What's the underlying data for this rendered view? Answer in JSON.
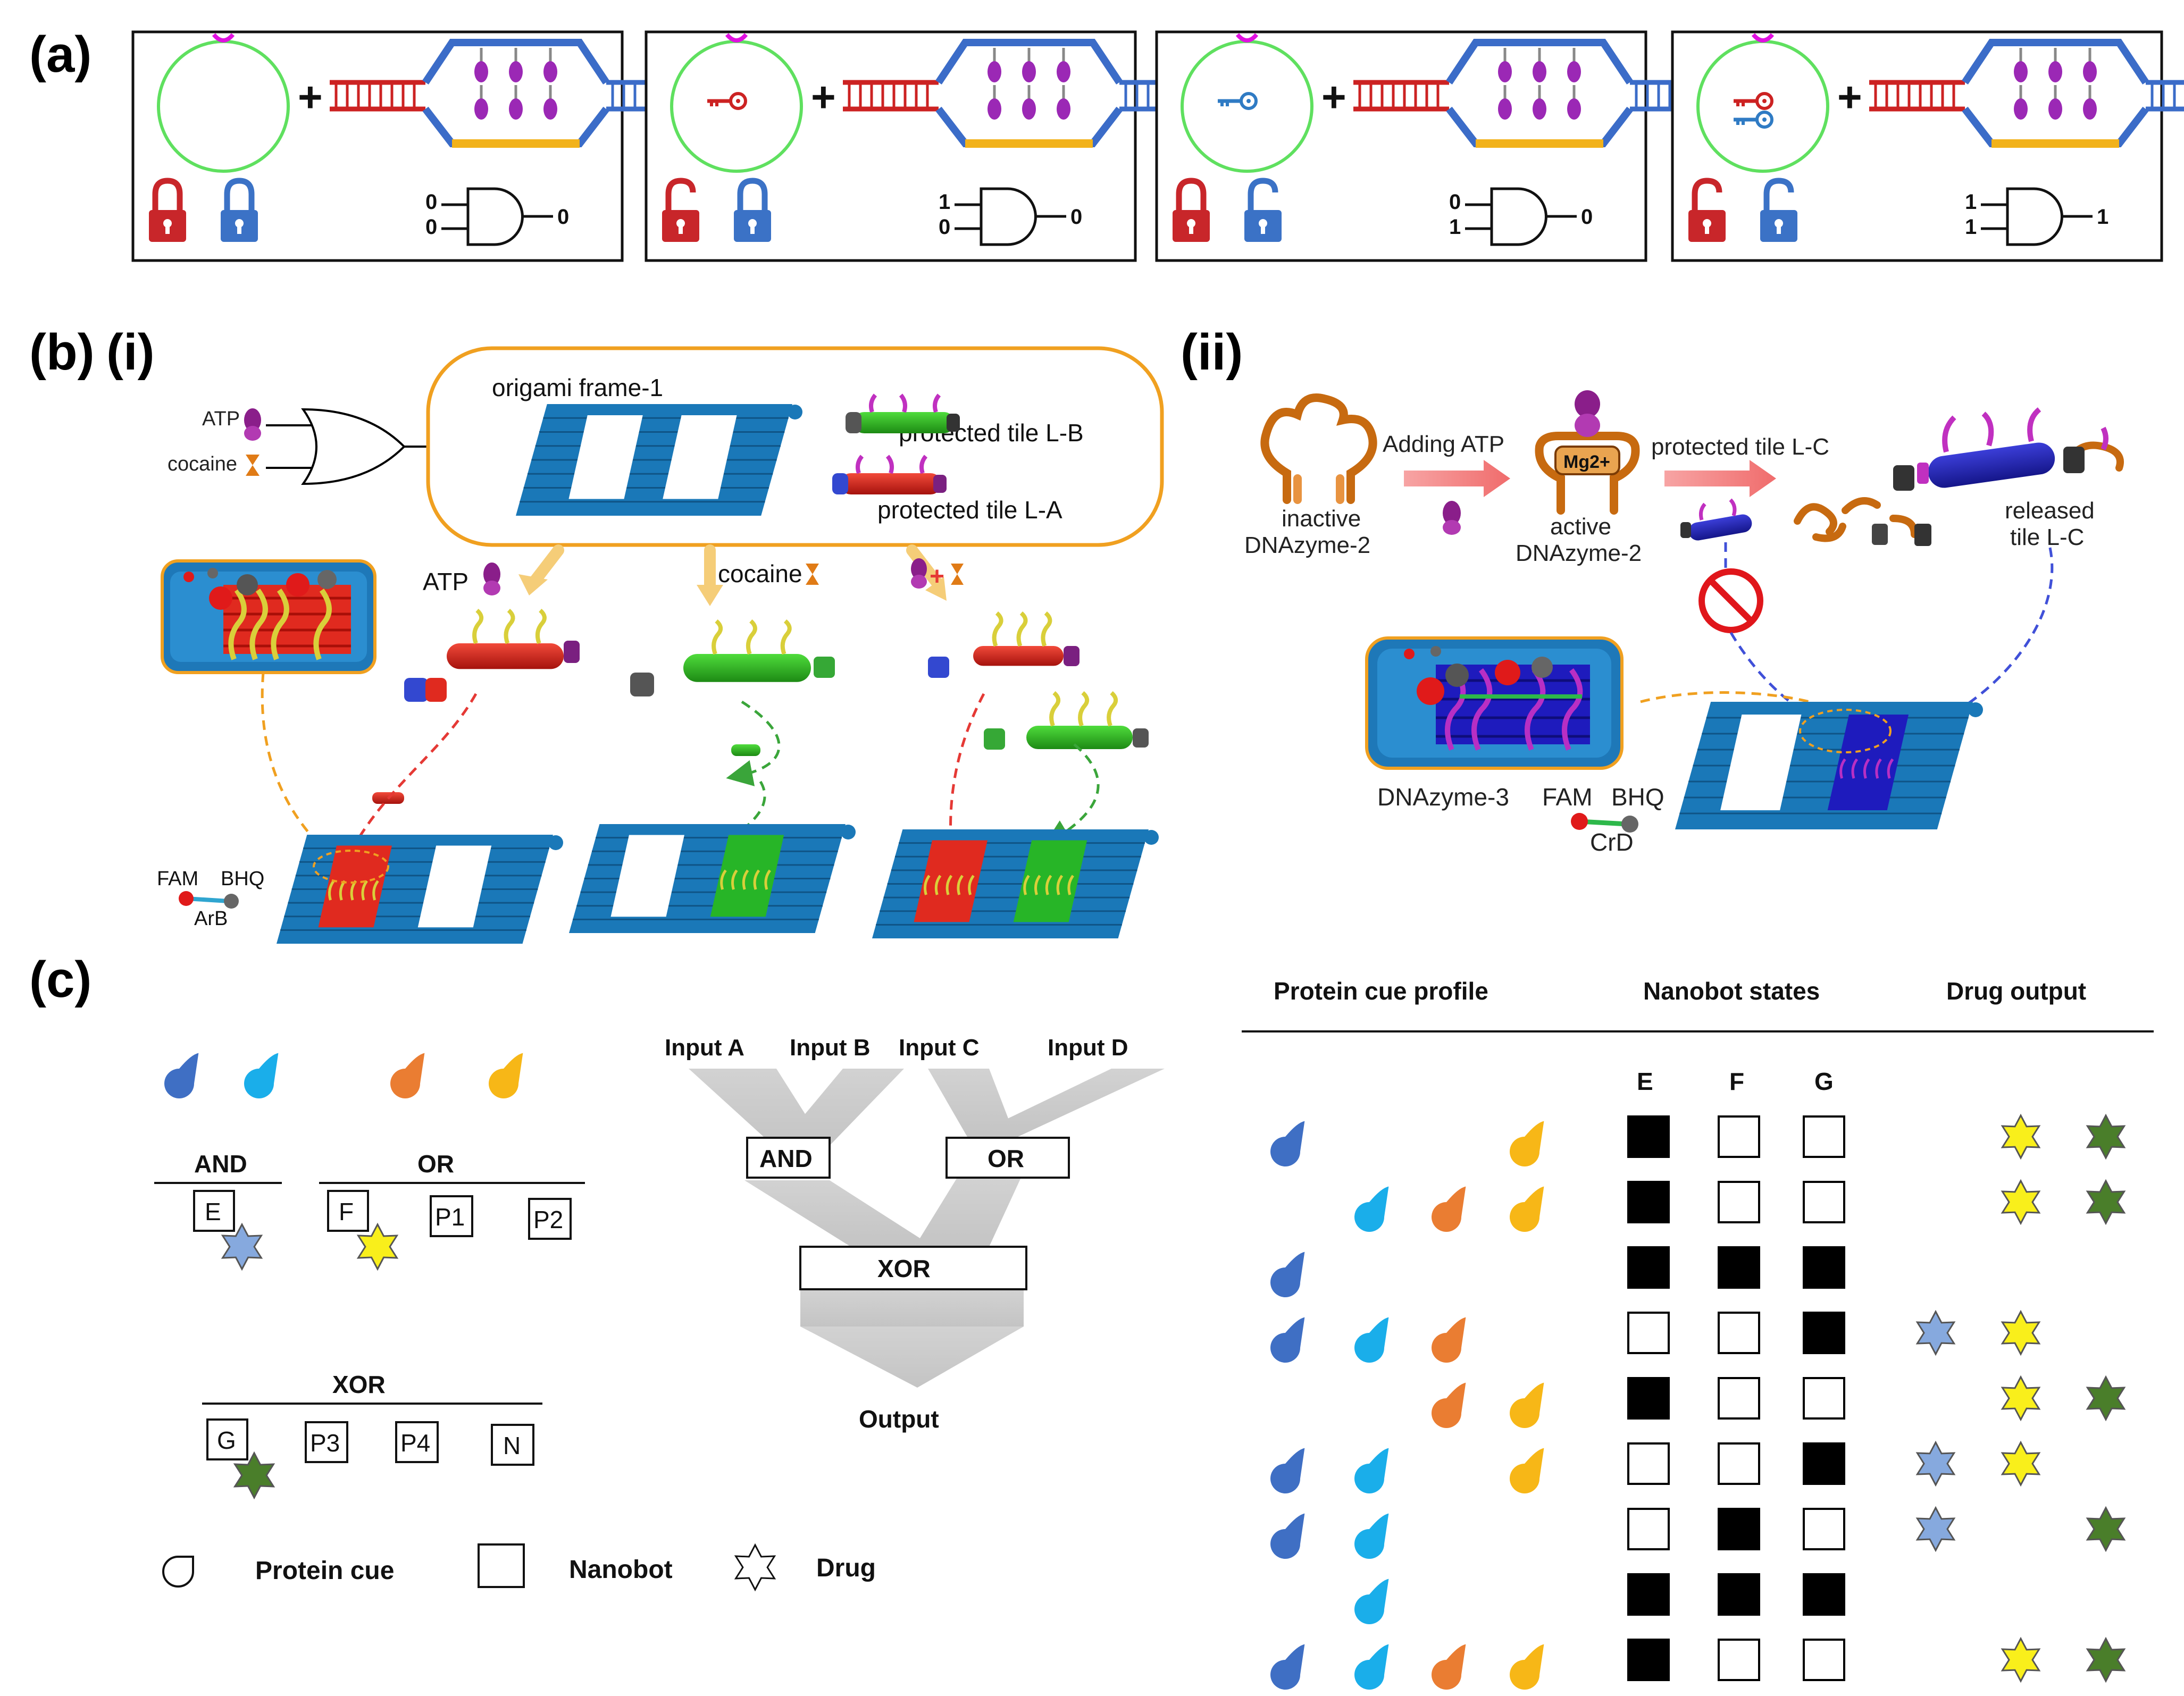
{
  "panel_a": {
    "label": "(a)",
    "gates": [
      {
        "in1": "0",
        "in2": "0",
        "out": "0"
      },
      {
        "in1": "1",
        "in2": "0",
        "out": "0"
      },
      {
        "in1": "0",
        "in2": "1",
        "out": "0"
      },
      {
        "in1": "1",
        "in2": "1",
        "out": "1"
      }
    ],
    "plus": "+"
  },
  "panel_b": {
    "label": "(b)",
    "sub_i": "(i)",
    "sub_ii": "(ii)",
    "atp": "ATP",
    "cocaine": "cocaine",
    "origami_frame": "origami frame-1",
    "protected_lb": "protected tile L-B",
    "protected_la": "protected tile L-A",
    "atp_arrow": "ATP",
    "cocaine_arrow": "cocaine",
    "fam": "FAM",
    "bhq": "BHQ",
    "arb": "ArB",
    "inactive1": "inactive",
    "inactive2": "DNAzyme-2",
    "adding_atp": "Adding ATP",
    "mg": "Mg2+",
    "active1": "active",
    "active2": "DNAzyme-2",
    "protected_lc": "protected tile L-C",
    "released1": "released",
    "released2": "tile L-C",
    "dnazyme3": "DNAzyme-3",
    "fam2": "FAM",
    "bhq2": "BHQ",
    "crd": "CrD"
  },
  "panel_c": {
    "label": "(c)",
    "and_label": "AND",
    "or_label": "OR",
    "xor_label": "XOR",
    "e": "E",
    "f": "F",
    "p1": "P1",
    "p2": "P2",
    "g": "G",
    "p3": "P3",
    "p4": "P4",
    "n": "N",
    "legend_cue": "Protein cue",
    "legend_bot": "Nanobot",
    "legend_drug": "Drug",
    "input_a": "Input A",
    "input_b": "Input B",
    "input_c": "Input C",
    "input_d": "Input D",
    "tree_and": "AND",
    "tree_or": "OR",
    "tree_xor": "XOR",
    "output": "Output",
    "table": {
      "header_cue": "Protein cue profile",
      "header_states": "Nanobot states",
      "header_drug": "Drug output",
      "col_e": "E",
      "col_f": "F",
      "col_g": "G",
      "cue_colors": [
        "#3f6fc4",
        "#1aaeea",
        "#ea7d32",
        "#f7b717"
      ],
      "drug_colors": [
        "#86a9de",
        "#f9ef1b",
        "#4a7e2a"
      ],
      "rows": [
        {
          "cues": [
            1,
            0,
            0,
            1
          ],
          "states": [
            1,
            0,
            0
          ],
          "drugs": [
            0,
            1,
            1
          ]
        },
        {
          "cues": [
            0,
            1,
            1,
            1
          ],
          "states": [
            1,
            0,
            0
          ],
          "drugs": [
            0,
            1,
            1
          ]
        },
        {
          "cues": [
            1,
            0,
            0,
            0
          ],
          "states": [
            1,
            1,
            1
          ],
          "drugs": [
            0,
            0,
            0
          ]
        },
        {
          "cues": [
            1,
            1,
            1,
            0
          ],
          "states": [
            0,
            0,
            1
          ],
          "drugs": [
            1,
            1,
            0
          ]
        },
        {
          "cues": [
            0,
            0,
            1,
            1
          ],
          "states": [
            1,
            0,
            0
          ],
          "drugs": [
            0,
            1,
            1
          ]
        },
        {
          "cues": [
            1,
            1,
            0,
            1
          ],
          "states": [
            0,
            0,
            1
          ],
          "drugs": [
            1,
            1,
            0
          ]
        },
        {
          "cues": [
            1,
            1,
            0,
            0
          ],
          "states": [
            0,
            1,
            0
          ],
          "drugs": [
            1,
            0,
            1
          ]
        },
        {
          "cues": [
            0,
            1,
            0,
            0
          ],
          "states": [
            1,
            1,
            1
          ],
          "drugs": [
            0,
            0,
            0
          ]
        },
        {
          "cues": [
            1,
            1,
            1,
            1
          ],
          "states": [
            1,
            0,
            0
          ],
          "drugs": [
            0,
            1,
            1
          ]
        }
      ]
    }
  }
}
